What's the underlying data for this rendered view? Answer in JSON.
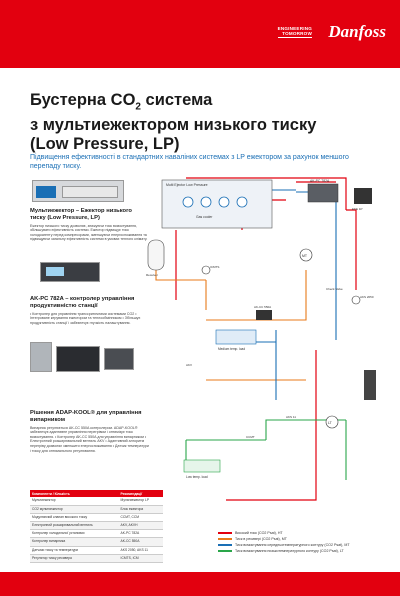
{
  "header": {
    "tagline_line1": "ENGINEERING",
    "tagline_line2": "TOMORROW",
    "brand": "Danfoss"
  },
  "title": {
    "line1_pre": "Бустерна CO",
    "line1_sub": "2",
    "line1_post": " система",
    "line2": "з мультиежектором низького тиску",
    "line3": "(Low Pressure, LP)"
  },
  "subtitle": "Підвищення ефективності в стандартних наваліних системах з LP ежектором за рахунок меншого перепаду тиску.",
  "sections": {
    "ejector": {
      "title": "Мультиежектор – Ежектор низького тиску (Low Pressure, LP)",
      "text": "Ежектор низького тиску дозволяє, знижуючи тиск всмоктування, збільшувати ефективність системи. Ежектор підвищує тиск холодоагенту перед компресорами, зменшуючи енергоспоживання та підвищуючи загальну ефективність системи в умовах теплого клімату."
    },
    "controller": {
      "title": "AK-PC 782A – контролер управління продуктивністю станції",
      "text": "• Контролер для управління трансcритичними системами CO2 • Інтегроване керування ежектором та теплообмінником • Збільшує продуктивність станції і забезпечує гнучкість налаштування."
    },
    "adap": {
      "title": "Рішення ADAP-KOOL® для управління випарником",
      "text": "Випарник регулюється AK-CC 550A контролером. ADAP-KOOL® забезпечує адаптивне управління перегрівом і оптимізує тиск всмоктування. • Контролер AK-CC 550A для управління випарником • Електронний розширювальний вентиль AKV • Адаптивний алгоритм перегріву дозволяє зменшити енергоспоживання • Датчик температури і тиску для оптимального регулювання."
    }
  },
  "spec_table": {
    "headers": [
      "Компоненти / Кількість",
      "Рекомендації"
    ],
    "rows": [
      [
        "Мультиежектор",
        "Мультиежектор LP"
      ],
      [
        "CO2 мультиежектор",
        "Блок ежектора"
      ],
      [
        "Модулюючий клапан високого тиску",
        "ССМТ, ССМ"
      ],
      [
        "Електронний розширювальний вентиль",
        "AKV, AKVH"
      ],
      [
        "Контролер холодильної установки",
        "AK-PC 782A"
      ],
      [
        "Контролер випарника",
        "AK-CC 550A"
      ],
      [
        "Датчики тиску та температури",
        "AKS 2050, AKS 11"
      ],
      [
        "Регулятор тиску ресивера",
        "ICMTS, ICM"
      ]
    ]
  },
  "diagram_labels": {
    "multi_ejector": "Multi Ejector Low Pressure",
    "gas_cooler": "Gas cooler",
    "controller": "AK-PC 782A",
    "mt_cabinet": "Medium temp. load",
    "lt_cabinet": "Low temp. load",
    "receiver": "Receiver",
    "valve1": "AKV",
    "valve2": "ICMTS",
    "valve3": "CCMT",
    "sensor1": "AKS 2050",
    "sensor2": "AKS 11",
    "unit1": "AK-CC 550A",
    "unit2": "EKE 1P",
    "check": "Check Valve",
    "compressor_mt": "MT",
    "compressor_lt": "LT"
  },
  "legend": [
    {
      "label": "Високий тиск (CO2 Psat), HT",
      "color": "#e2000f"
    },
    {
      "label": "Тиск в ресивері (CO2 Psat), MT",
      "color": "#e87a1a"
    },
    {
      "label": "Тиск всмоктування середньотемпературного контуру (CO2 Psat), MT",
      "color": "#1a6fb5"
    },
    {
      "label": "Тиск всмоктування низькотемпературного контуру (CO2 Psat), LT",
      "color": "#2aa64a"
    }
  ],
  "colors": {
    "brand_red": "#e2000f",
    "text_blue": "#1a6fb5"
  }
}
